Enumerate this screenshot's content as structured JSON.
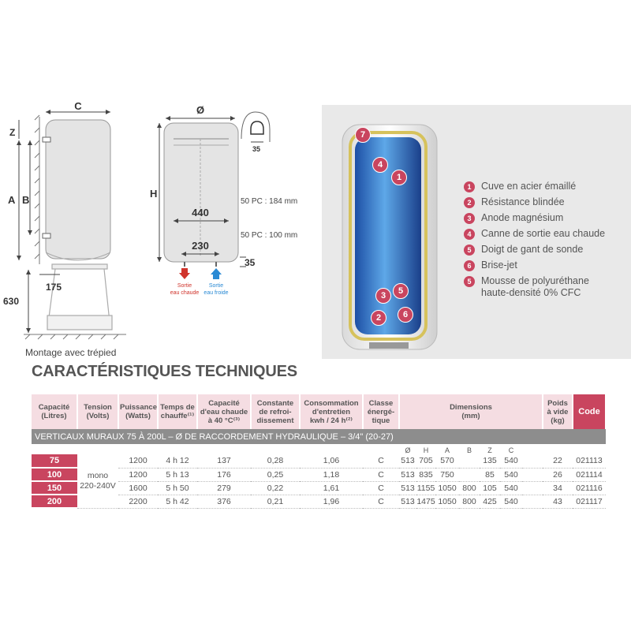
{
  "diagram_left": {
    "dim_c": "C",
    "dim_z": "Z",
    "dim_a": "A",
    "dim_b": "B",
    "dim_175": "175",
    "dim_630": "630",
    "caption": "Montage avec trépied"
  },
  "diagram_right": {
    "dim_diameter": "Ø",
    "dim_h": "H",
    "dim_440": "440",
    "dim_230": "230",
    "dim_35_side": "35",
    "dim_35_inset": "35",
    "note_184": "50 PC : 184 mm",
    "note_100": "50 PC : 100 mm",
    "outlet_hot_line1": "Sortie",
    "outlet_hot_line2": "eau chaude",
    "outlet_cold_line1": "Sortie",
    "outlet_cold_line2": "eau froide",
    "hot_color": "#d0342c",
    "cold_color": "#2a8ad4"
  },
  "cutaway": {
    "markers": [
      "7",
      "4",
      "1",
      "3",
      "5",
      "2",
      "6"
    ],
    "legend": [
      {
        "num": "1",
        "line1": "Cuve en acier émaillé",
        "line2": ""
      },
      {
        "num": "2",
        "line1": "Résistance blindée",
        "line2": ""
      },
      {
        "num": "3",
        "line1": "Anode magnésium",
        "line2": ""
      },
      {
        "num": "4",
        "line1": "Canne de sortie eau chaude",
        "line2": ""
      },
      {
        "num": "5",
        "line1": "Doigt de gant de sonde",
        "line2": ""
      },
      {
        "num": "6",
        "line1": "Brise-jet",
        "line2": ""
      },
      {
        "num": "5",
        "line1": "Mousse de polyuréthane",
        "line2": "haute-densité 0% CFC"
      }
    ]
  },
  "title": "CARACTÉRISTIQUES TECHNIQUES",
  "table": {
    "headers": {
      "capacite": [
        "Capacité",
        "(Litres)"
      ],
      "tension": [
        "Tension",
        "(Volts)"
      ],
      "puissance": [
        "Puissance",
        "(Watts)"
      ],
      "temps": [
        "Temps de",
        "chauffe⁽¹⁾"
      ],
      "capacite_eau": [
        "Capacité",
        "d'eau chaude",
        "à 40 °C⁽³⁾"
      ],
      "constante": [
        "Constante",
        "de refroi-",
        "dissement"
      ],
      "consommation": [
        "Consommation",
        "d'entretien",
        "kwh / 24 h⁽²⁾"
      ],
      "classe": [
        "Classe",
        "énergé-",
        "tique"
      ],
      "dimensions": [
        "Dimensions",
        "(mm)"
      ],
      "poids": [
        "Poids",
        "à vide",
        "(kg)"
      ],
      "code": "Code"
    },
    "section_label": "VERTICAUX MURAUX 75 À 200L – Ø DE RACCORDEMENT HYDRAULIQUE – 3/4\" (20-27)",
    "dim_subheaders": [
      "Ø",
      "H",
      "A",
      "B",
      "Z",
      "C"
    ],
    "tension_line1": "mono",
    "tension_line2": "220-240V",
    "rows": [
      {
        "capacite": "75",
        "puissance": "1200",
        "temps": "4 h 12",
        "capacite_eau": "137",
        "constante": "0,28",
        "consommation": "1,06",
        "classe": "C",
        "d": "513",
        "h": "705",
        "a": "570",
        "b": "",
        "z": "135",
        "c": "540",
        "poids": "22",
        "code": "021113"
      },
      {
        "capacite": "100",
        "puissance": "1200",
        "temps": "5 h 13",
        "capacite_eau": "176",
        "constante": "0,25",
        "consommation": "1,18",
        "classe": "C",
        "d": "513",
        "h": "835",
        "a": "750",
        "b": "",
        "z": "85",
        "c": "540",
        "poids": "26",
        "code": "021114"
      },
      {
        "capacite": "150",
        "puissance": "1600",
        "temps": "5 h 50",
        "capacite_eau": "279",
        "constante": "0,22",
        "consommation": "1,61",
        "classe": "C",
        "d": "513",
        "h": "1155",
        "a": "1050",
        "b": "800",
        "z": "105",
        "c": "540",
        "poids": "34",
        "code": "021116"
      },
      {
        "capacite": "200",
        "puissance": "2200",
        "temps": "5 h 42",
        "capacite_eau": "376",
        "constante": "0,21",
        "consommation": "1,96",
        "classe": "C",
        "d": "513",
        "h": "1475",
        "a": "1050",
        "b": "800",
        "z": "425",
        "c": "540",
        "poids": "43",
        "code": "021117"
      }
    ]
  }
}
